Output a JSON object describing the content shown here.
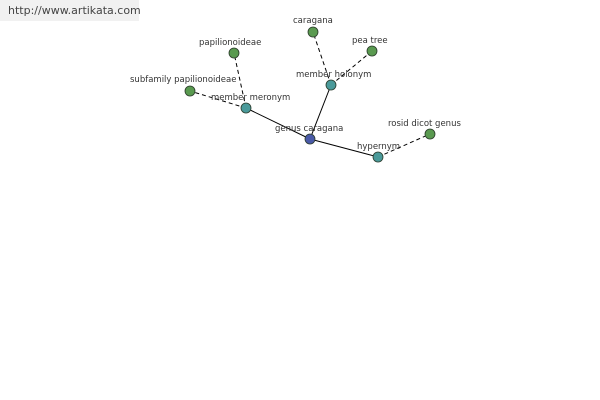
{
  "source_url": "http://www.artikata.com",
  "colors": {
    "word_node": "#5a9a50",
    "relation_node": "#4a9a9a",
    "center_node": "#4a5aa8",
    "node_stroke": "#2a3a2a",
    "edge": "#000000"
  },
  "nodes": [
    {
      "id": "center",
      "label": "genus caragana",
      "kind": "center"
    },
    {
      "id": "meronym",
      "label": "member meronym",
      "kind": "relation"
    },
    {
      "id": "holonym",
      "label": "member holonym",
      "kind": "relation"
    },
    {
      "id": "hypernym",
      "label": "hypernym",
      "kind": "relation"
    },
    {
      "id": "papilionoideae",
      "label": "papilionoideae",
      "kind": "word"
    },
    {
      "id": "subfamily",
      "label": "subfamily papilionoideae",
      "kind": "word"
    },
    {
      "id": "caragana",
      "label": "caragana",
      "kind": "word"
    },
    {
      "id": "peatree",
      "label": "pea tree",
      "kind": "word"
    },
    {
      "id": "rosid",
      "label": "rosid dicot genus",
      "kind": "word"
    }
  ],
  "edges": [
    {
      "from": "center",
      "to": "meronym",
      "style": "solid"
    },
    {
      "from": "center",
      "to": "holonym",
      "style": "solid"
    },
    {
      "from": "center",
      "to": "hypernym",
      "style": "solid"
    },
    {
      "from": "meronym",
      "to": "papilionoideae",
      "style": "dashed"
    },
    {
      "from": "meronym",
      "to": "subfamily",
      "style": "dashed"
    },
    {
      "from": "holonym",
      "to": "caragana",
      "style": "dashed"
    },
    {
      "from": "holonym",
      "to": "peatree",
      "style": "dashed"
    },
    {
      "from": "hypernym",
      "to": "rosid",
      "style": "dashed"
    }
  ]
}
